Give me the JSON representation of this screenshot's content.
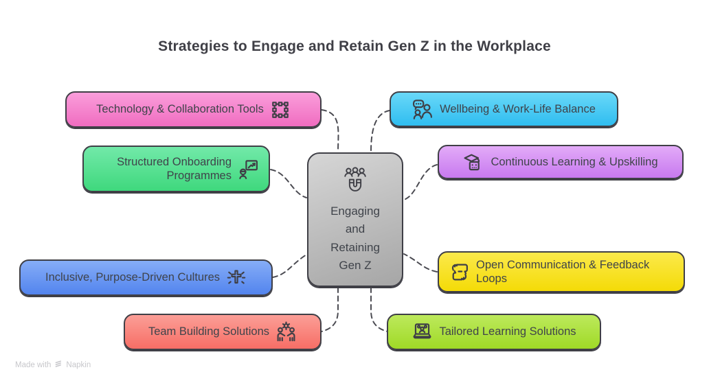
{
  "title": "Strategies to Engage and Retain Gen Z in the Workplace",
  "center_node": {
    "icon": "magnet-attracting-people-icon",
    "lines": [
      "Engaging",
      "and",
      "Retaining",
      "Gen Z"
    ],
    "color_top": "#d6d6d6",
    "color_bottom": "#a6a6a6"
  },
  "nodes": [
    {
      "id": "technology-collaboration-tools",
      "label": "Technology & Collaboration Tools",
      "icon": "frame-handles-icon",
      "icon_side": "right",
      "color_top": "#fa9edb",
      "color_bottom": "#f06cc0"
    },
    {
      "id": "wellbeing-work-life-balance",
      "label": "Wellbeing & Work-Life Balance",
      "icon": "people-chat-icon",
      "icon_side": "left",
      "color_top": "#69d8f8",
      "color_bottom": "#2fbdf0"
    },
    {
      "id": "structured-onboarding-programmes",
      "label": "Structured Onboarding Programmes",
      "icon": "presentation-growth-icon",
      "icon_side": "right",
      "color_top": "#72e9a9",
      "color_bottom": "#3fd87d"
    },
    {
      "id": "continuous-learning-upskilling",
      "label": "Continuous Learning & Upskilling",
      "icon": "graduation-robot-icon",
      "icon_side": "left",
      "color_top": "#e3abf8",
      "color_bottom": "#c779ef"
    },
    {
      "id": "inclusive-purpose-driven-cultures",
      "label": "Inclusive, Purpose-Driven Cultures",
      "icon": "shining-cross-icon",
      "icon_side": "right",
      "color_top": "#86adf7",
      "color_bottom": "#5284ee"
    },
    {
      "id": "open-communication-feedback-loops",
      "label": "Open Communication & Feedback Loops",
      "icon": "chat-loop-icon",
      "icon_side": "left",
      "color_top": "#fbe94b",
      "color_bottom": "#f4db07"
    },
    {
      "id": "team-building-solutions",
      "label": "Team Building Solutions",
      "icon": "people-gear-icon",
      "icon_side": "right",
      "color_top": "#fb9e97",
      "color_bottom": "#f76e66"
    },
    {
      "id": "tailored-learning-solutions",
      "label": "Tailored Learning Solutions",
      "icon": "laptop-network-icon",
      "icon_side": "left",
      "color_top": "#bde95c",
      "color_bottom": "#9fda26"
    }
  ],
  "style": {
    "border_color": "#3f3f46",
    "connector_color": "#4b4b52",
    "title_color": "#3f3f46",
    "background": "#ffffff"
  },
  "watermark": {
    "prefix": "Made with",
    "brand": "Napkin"
  }
}
